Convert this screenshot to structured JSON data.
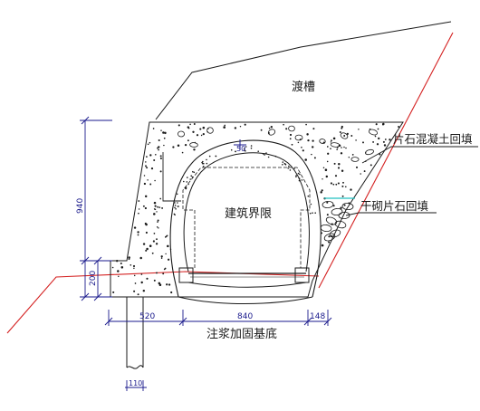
{
  "labels": {
    "aqueduct": "渡槽",
    "rubble_concrete_backfill": "片石混凝土回填",
    "dry_rubble_backfill": "干砌片石回填",
    "clearance": "建筑界限",
    "grouting": "注浆加固基底"
  },
  "dimensions": {
    "top": "50",
    "height_total": "940",
    "height_base": "200",
    "width_left": "520",
    "width_mid": "840",
    "width_right": "148",
    "pile": "110"
  },
  "colors": {
    "line": "#1a1a1a",
    "dimension": "#1a1a8c",
    "ground_line": "#d42020",
    "cyan_mark": "#20c0c0"
  }
}
